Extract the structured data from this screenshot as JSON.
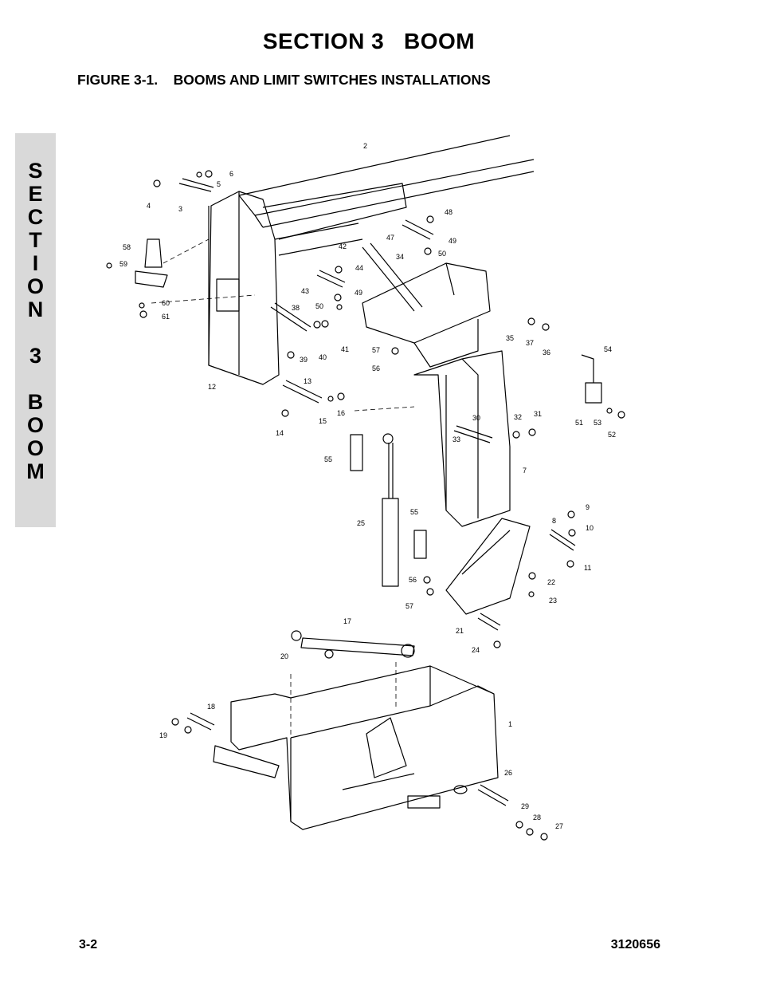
{
  "header": {
    "section_title": "SECTION 3   BOOM",
    "figure_title": "FIGURE 3-1.    BOOMS AND LIMIT SWITCHES INSTALLATIONS"
  },
  "side_tab": {
    "letters": [
      "S",
      "E",
      "C",
      "T",
      "I",
      "O",
      "N",
      "",
      "3",
      "",
      "B",
      "O",
      "O",
      "M"
    ]
  },
  "figure": {
    "callouts": [
      "1",
      "2",
      "3",
      "4",
      "5",
      "6",
      "7",
      "8",
      "9",
      "10",
      "11",
      "12",
      "13",
      "14",
      "15",
      "16",
      "17",
      "18",
      "19",
      "20",
      "21",
      "22",
      "23",
      "24",
      "25",
      "26",
      "27",
      "28",
      "29",
      "30",
      "31",
      "32",
      "33",
      "34",
      "35",
      "36",
      "37",
      "38",
      "39",
      "40",
      "41",
      "42",
      "43",
      "44",
      "47",
      "48",
      "49",
      "49",
      "50",
      "50",
      "51",
      "52",
      "53",
      "54",
      "55",
      "55",
      "56",
      "56",
      "57",
      "57",
      "58",
      "59",
      "60",
      "61"
    ]
  },
  "footer": {
    "page_number": "3-2",
    "document_number": "3120656"
  },
  "colors": {
    "tab_background": "#d9d9d9",
    "ink": "#000000"
  }
}
